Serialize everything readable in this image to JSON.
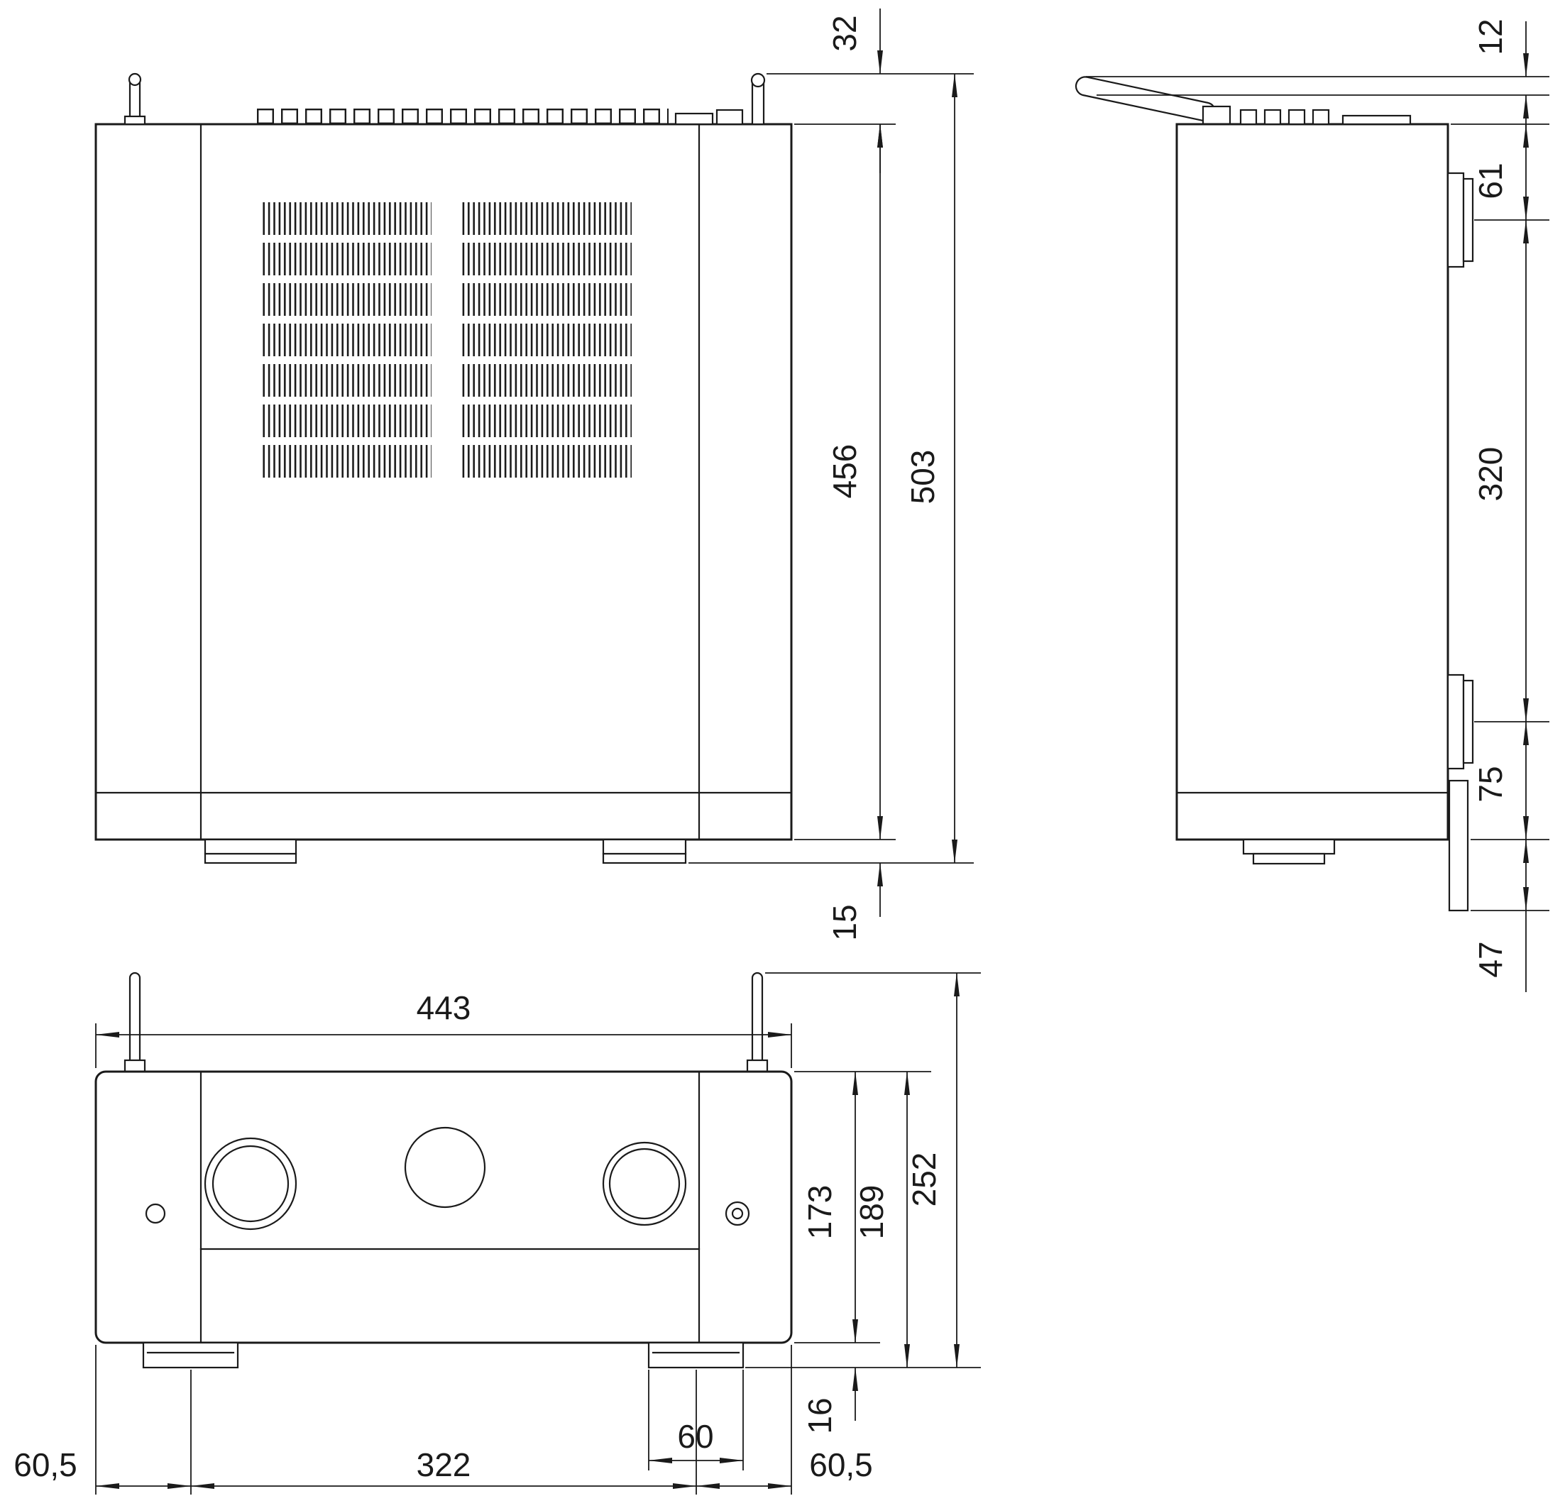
{
  "drawing": {
    "background": "#ffffff",
    "line_color": "#1a1a1a"
  },
  "dims": {
    "top": {
      "antenna_rear_protrusion": "32",
      "chassis_depth": "456",
      "overall_depth": "503",
      "knob_front_protrusion": "15"
    },
    "side": {
      "antenna_thickness": "12",
      "rear_to_rear_foot": "61",
      "foot_center_spacing": "320",
      "front_foot_to_front": "75",
      "front_overhang": "47"
    },
    "front": {
      "overall_width": "443",
      "chassis_height": "173",
      "height_with_feet": "189",
      "overall_height": "252",
      "foot_height": "16",
      "foot_width": "60",
      "foot_center_span": "322",
      "foot_margin_left": "60,5",
      "foot_margin_right": "60,5"
    }
  }
}
